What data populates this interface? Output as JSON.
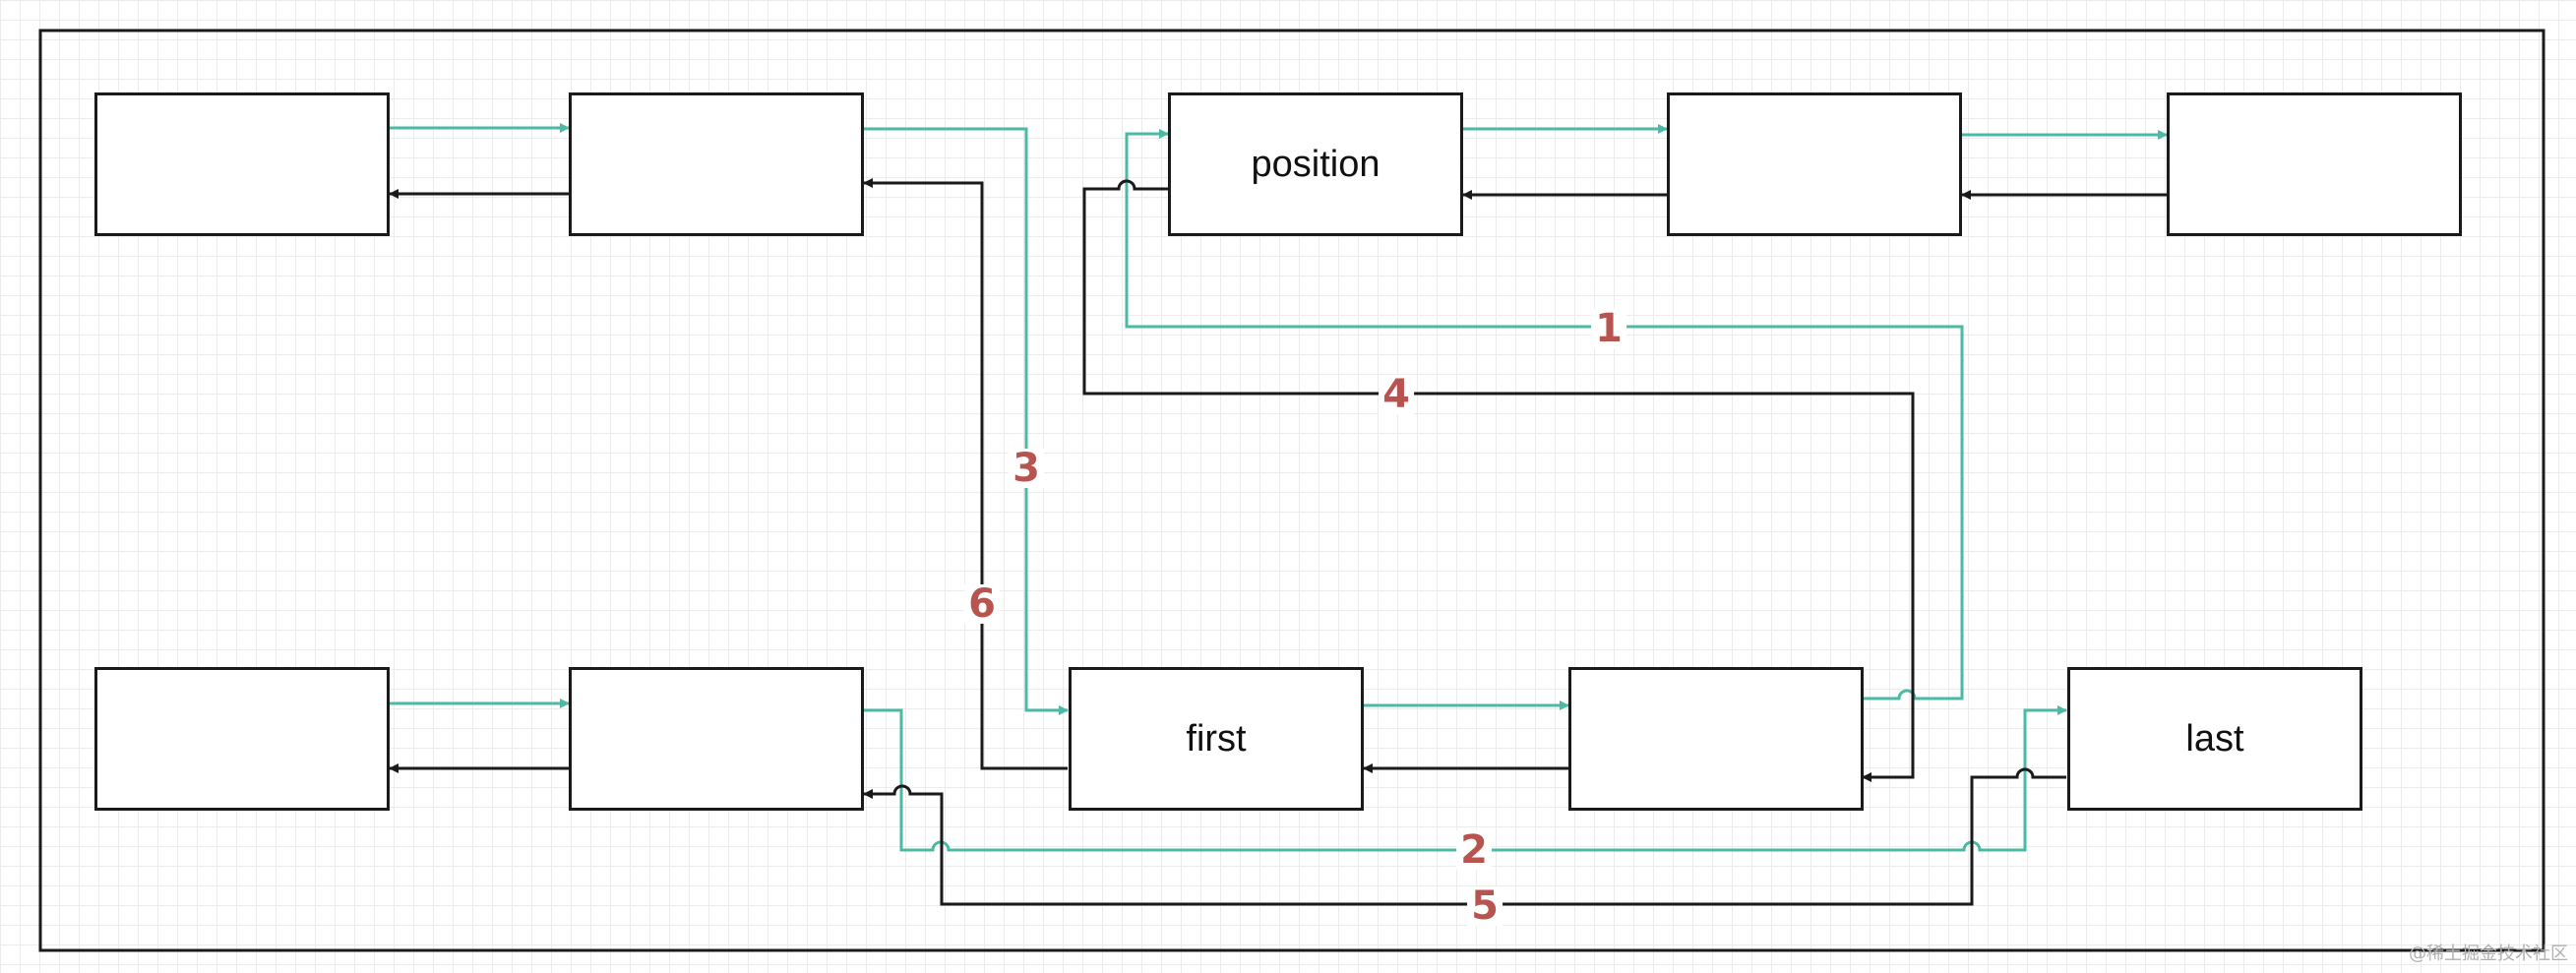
{
  "colors": {
    "next": "#4cb9a5",
    "prev": "#1a1a1a",
    "label": "#b85450",
    "border": "#1a1a1a"
  },
  "nodes": {
    "top_1": "",
    "top_2": "",
    "position": "position",
    "top_4": "",
    "top_5": "",
    "bottom_1": "",
    "bottom_2": "",
    "first": "first",
    "bottom_4": "",
    "last": "last"
  },
  "steps": [
    "1",
    "2",
    "3",
    "4",
    "5",
    "6"
  ],
  "watermark": "@稀土掘金技术社区"
}
